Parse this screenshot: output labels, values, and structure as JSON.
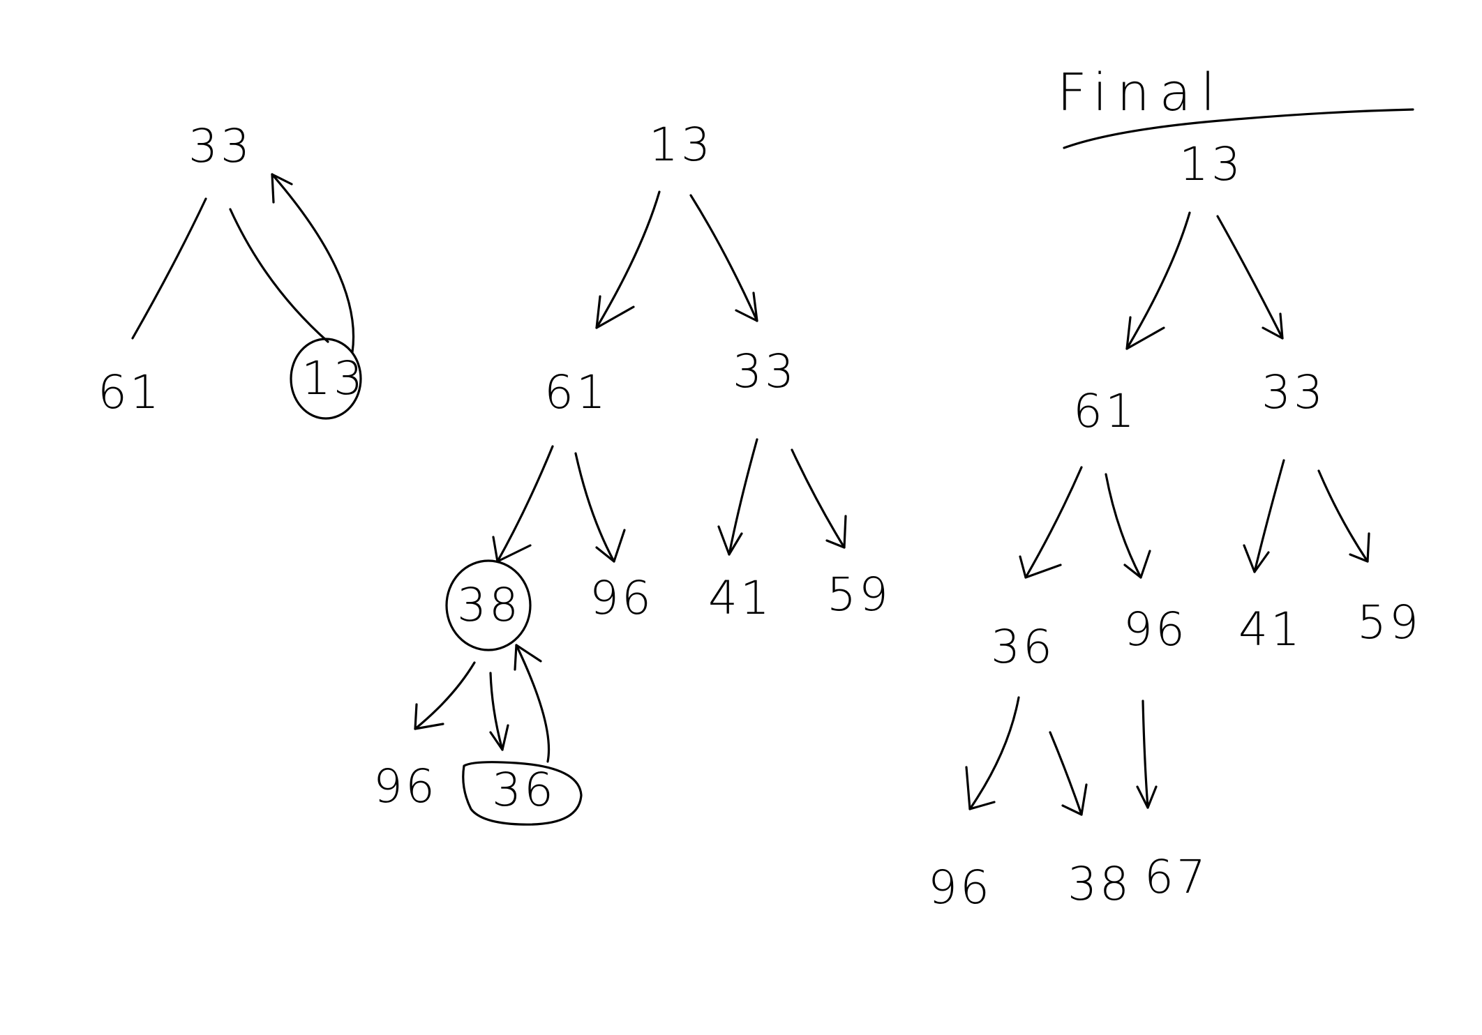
{
  "colors": {
    "ink": "#000000",
    "background": "#ffffff"
  },
  "diagrams": [
    {
      "root": "33",
      "children": [
        "61",
        "13"
      ],
      "circled": [
        "13"
      ]
    },
    {
      "root": "13",
      "level1": [
        "61",
        "33"
      ],
      "level2": [
        "38",
        "96",
        "41",
        "59"
      ],
      "level3": [
        "96",
        "36"
      ],
      "circled": [
        "38",
        "36"
      ]
    },
    {
      "title": "Final",
      "root": "13",
      "level1": [
        "61",
        "33"
      ],
      "level2": [
        "36",
        "96",
        "41",
        "59"
      ],
      "level3": [
        "96",
        "38",
        "67"
      ]
    }
  ]
}
